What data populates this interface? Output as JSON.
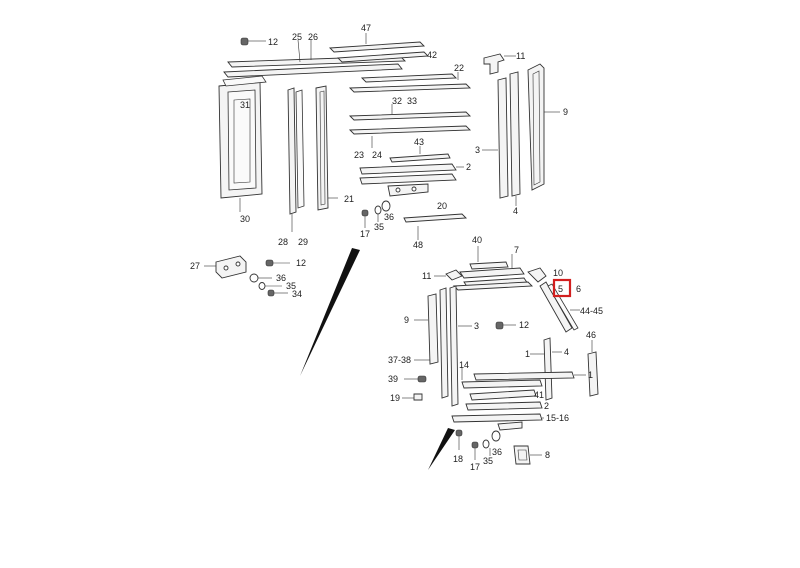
{
  "highlight_label": "5",
  "labels": {
    "top": [
      "12",
      "25",
      "26",
      "47",
      "42",
      "11",
      "22",
      "31",
      "32",
      "33",
      "9",
      "3",
      "23",
      "24",
      "43",
      "2",
      "4",
      "21",
      "36",
      "30",
      "35",
      "17",
      "20",
      "28",
      "29",
      "48"
    ],
    "left": [
      "27",
      "12",
      "36",
      "35",
      "34"
    ],
    "bottom": [
      "40",
      "7",
      "11",
      "10",
      "5",
      "6",
      "44-45",
      "9",
      "3",
      "12",
      "46",
      "1",
      "4",
      "37-38",
      "14",
      "1",
      "39",
      "41",
      "19",
      "2",
      "15-16",
      "18",
      "36",
      "35",
      "17",
      "8"
    ]
  }
}
